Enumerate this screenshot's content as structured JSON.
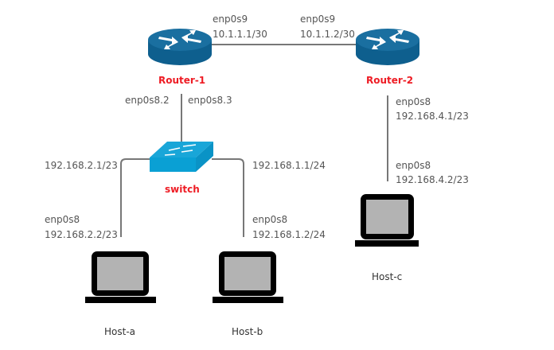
{
  "colors": {
    "router_top": "#1a6fa0",
    "router_side": "#0e5f8e",
    "switch_top": "#19a6d8",
    "switch_side": "#0a93c6",
    "device_label": "#ee1c24",
    "link": "#777777"
  },
  "devices": {
    "router1": {
      "label": "Router-1",
      "icon": "router-icon"
    },
    "router2": {
      "label": "Router-2",
      "icon": "router-icon"
    },
    "switch": {
      "label": "switch",
      "icon": "switch-icon"
    },
    "host_a": {
      "label": "Host-a",
      "icon": "laptop-icon"
    },
    "host_b": {
      "label": "Host-b",
      "icon": "laptop-icon"
    },
    "host_c": {
      "label": "Host-c",
      "icon": "laptop-icon"
    }
  },
  "links": {
    "r1_r2": {
      "r1_iface": "enp0s9",
      "r1_ip": "10.1.1.1/30",
      "r2_iface": "enp0s9",
      "r2_ip": "10.1.1.2/30"
    },
    "r1_switch": {
      "sub_a": "enp0s8.2",
      "sub_b": "enp0s8.3"
    },
    "switch_host_a": {
      "gw_ip": "192.168.2.1/23",
      "host_iface": "enp0s8",
      "host_ip": "192.168.2.2/23"
    },
    "switch_host_b": {
      "gw_ip": "192.168.1.1/24",
      "host_iface": "enp0s8",
      "host_ip": "192.168.1.2/24"
    },
    "r2_host_c": {
      "r2_iface": "enp0s8",
      "r2_ip": "192.168.4.1/23",
      "host_iface": "enp0s8",
      "host_ip": "192.168.4.2/23"
    }
  }
}
